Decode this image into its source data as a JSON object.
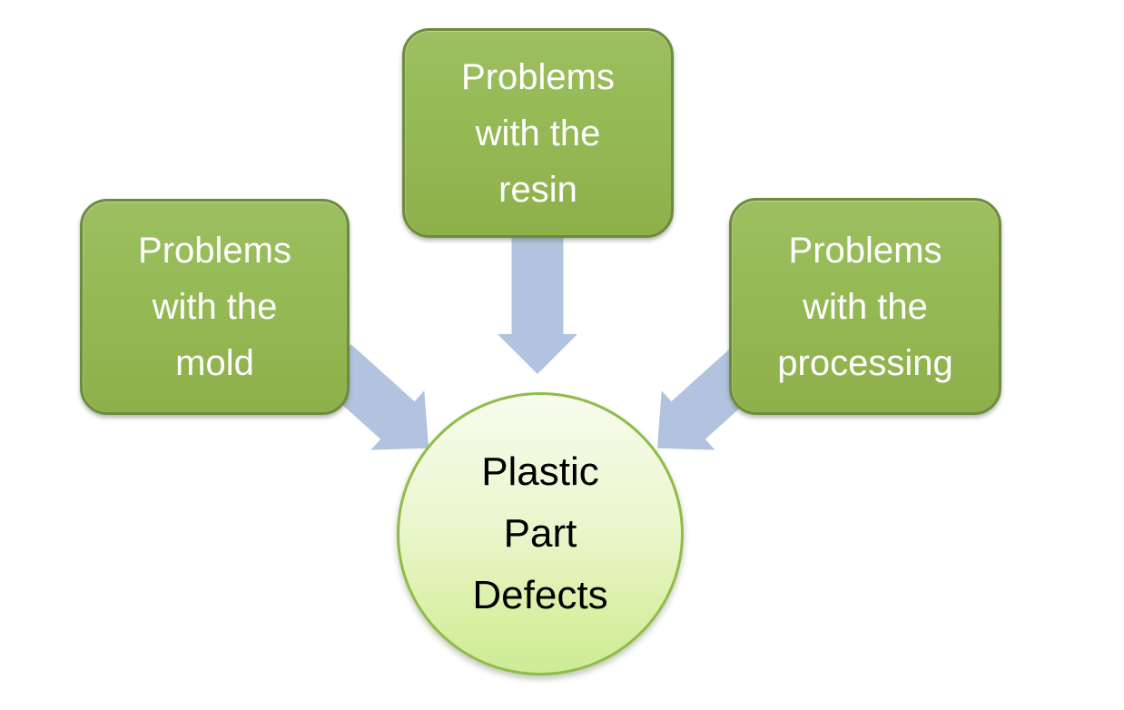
{
  "diagram": {
    "type": "converging-arrows",
    "hub": {
      "label": "Plastic\nPart\nDefects"
    },
    "causes": [
      {
        "id": "mold",
        "label": "Problems\nwith the\nmold"
      },
      {
        "id": "resin",
        "label": "Problems\nwith the\nresin"
      },
      {
        "id": "processing",
        "label": "Problems\nwith the\nprocessing"
      }
    ],
    "colors": {
      "background": "#FFFFFF",
      "box_fill": "#95B955",
      "box_border": "#6E8B3D",
      "box_text": "#FFFFFF",
      "arrow": "#B1C3DE",
      "hub_fill_top": "#F7FBEE",
      "hub_fill_bottom": "#CDEB96",
      "hub_border": "#8FBC49",
      "hub_text": "#000000"
    }
  }
}
